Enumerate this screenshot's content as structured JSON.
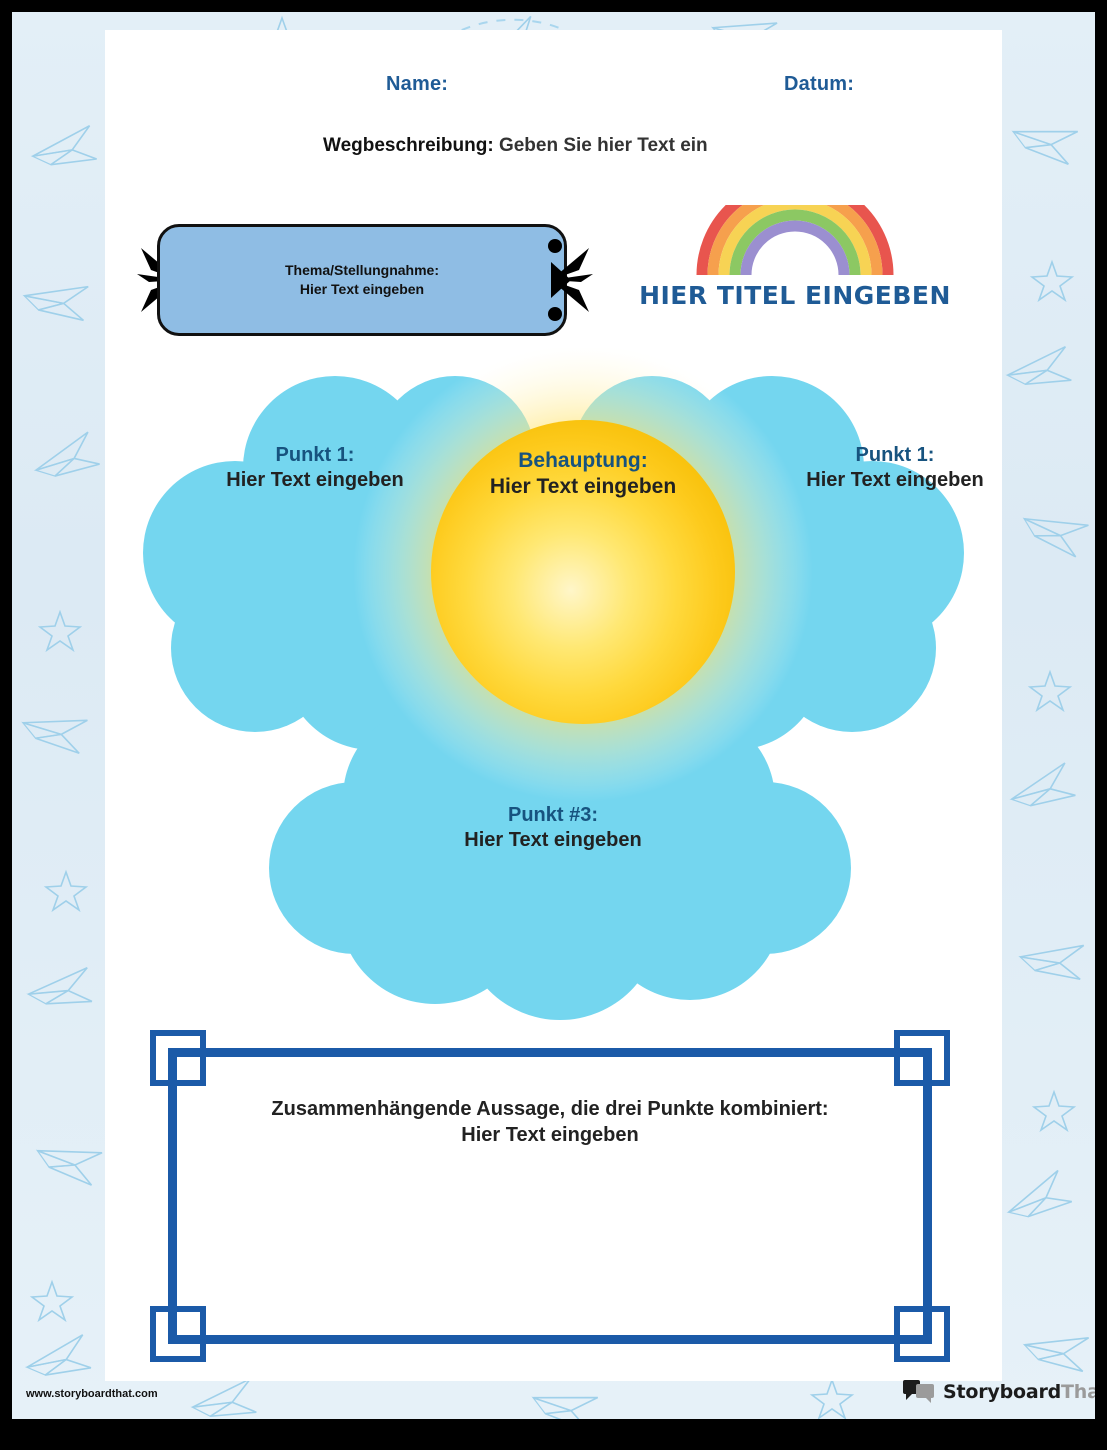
{
  "header": {
    "name_label": "Name:",
    "date_label": "Datum:",
    "directions_label": "Wegbeschreibung:",
    "directions_value": "Geben Sie hier Text ein"
  },
  "topic": {
    "label": "Thema/Stellungnahme:",
    "value": "Hier Text eingeben"
  },
  "title_block": {
    "title": "HIER TITEL EINGEBEN",
    "rainbow_colors": [
      "#e8554e",
      "#f6a04d",
      "#f7d354",
      "#8cc863",
      "#9b8fd0"
    ]
  },
  "diagram": {
    "sun": {
      "label": "Behauptung:",
      "value": "Hier Text eingeben",
      "core_color": "#ffd426",
      "glow_color": "#fff3a8"
    },
    "cloud_left": {
      "label": "Punkt 1:",
      "value": "Hier Text eingeben"
    },
    "cloud_right": {
      "label": "Punkt 1:",
      "value": "Hier Text eingeben"
    },
    "cloud_bottom": {
      "label": "Punkt #3:",
      "value": "Hier Text eingeben"
    },
    "cloud_color": "#74d6ef"
  },
  "conclusion": {
    "label": "Zusammenhängende Aussage, die drei Punkte kombiniert:",
    "value": "Hier Text eingeben",
    "border_color": "#1b5aa8"
  },
  "footer": {
    "url": "www.storyboardthat.com",
    "brand_first": "Storyboard",
    "brand_second": "That"
  },
  "colors": {
    "heading_blue": "#1f5b96",
    "cloud_label_blue": "#17537f",
    "topic_fill": "#8fbde4",
    "page_bg": "#dcecf5"
  }
}
